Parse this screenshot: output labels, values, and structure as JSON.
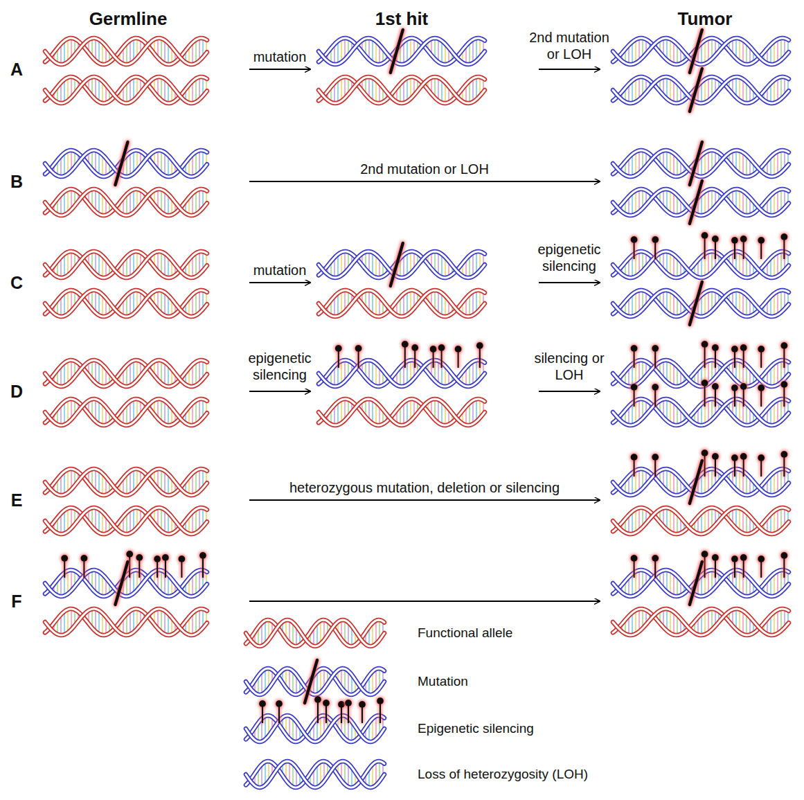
{
  "diagram": {
    "labels": [
      "Germline",
      "1st hit",
      "Tumor",
      "A",
      "mutation",
      "2nd mutation or LOH",
      "B",
      "2nd mutation or LOH",
      "C",
      "mutation",
      "epigenetic silencing",
      "D",
      "epigenetic silencing",
      "silencing or LOH",
      "E",
      "heterozygous mutation, deletion or silencing",
      "F"
    ],
    "legend": [
      {
        "text": "Functional allele"
      },
      {
        "text": "Mutation"
      },
      {
        "text": "Epigenetic silencing"
      },
      {
        "text": "Loss of heterozygosity (LOH)"
      }
    ]
  }
}
